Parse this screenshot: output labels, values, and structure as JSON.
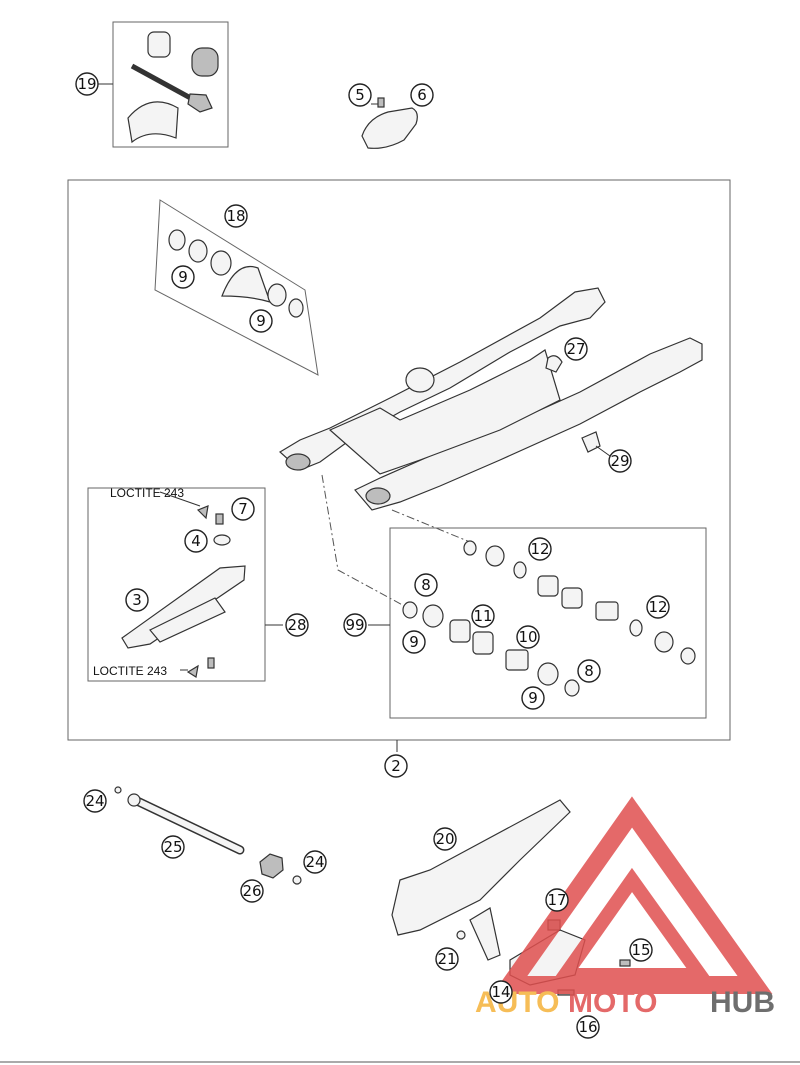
{
  "callouts": {
    "c2": "2",
    "c3": "3",
    "c4": "4",
    "c5": "5",
    "c6": "6",
    "c7": "7",
    "c8a": "8",
    "c8b": "8",
    "c9a": "9",
    "c9b": "9",
    "c9c": "9",
    "c9d": "9",
    "c10": "10",
    "c11": "11",
    "c12a": "12",
    "c12b": "12",
    "c14": "14",
    "c15": "15",
    "c16": "16",
    "c17": "17",
    "c18": "18",
    "c19": "19",
    "c20": "20",
    "c21": "21",
    "c24a": "24",
    "c24b": "24",
    "c25": "25",
    "c26": "26",
    "c27": "27",
    "c28": "28",
    "c29": "29",
    "c99": "99"
  },
  "notes": {
    "loctite_1": "LOCTITE 243",
    "loctite_2": "LOCTITE 243"
  },
  "watermark": {
    "auto": "AUTO",
    "moto": "MOTO",
    "hub": "HUB",
    "logo_color": "#e0504f",
    "accent_color": "#f5b23a"
  }
}
